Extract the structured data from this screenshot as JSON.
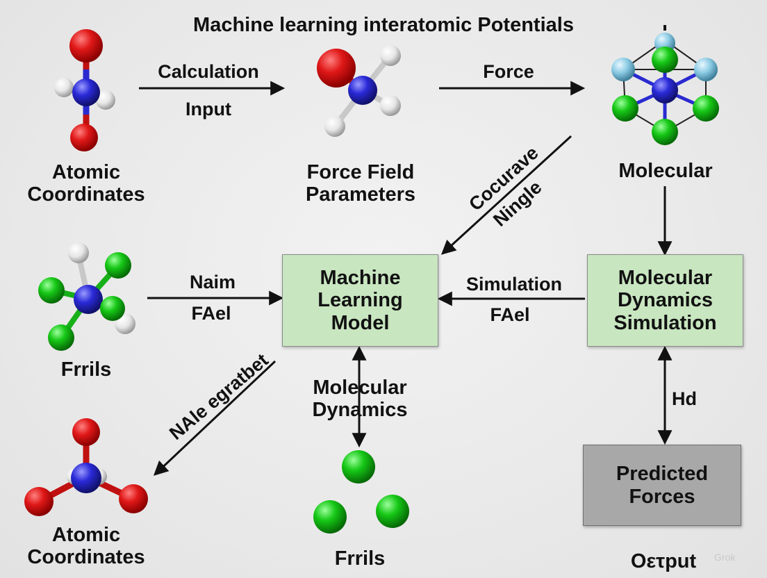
{
  "title": "Machine learning interatomic Potentials",
  "nodes": {
    "atomic_coordinates_top": "Atomic\nCoordinates",
    "force_field_parameters": "Force Field\nParameters",
    "molecular_top": "Molecular",
    "frrils_left": "Frrils",
    "atomic_coordinates_bottom": "Atomic\nCoordinates",
    "frrils_bottom": "Frrils",
    "output": "Oετput"
  },
  "boxes": {
    "ml_model": "Machine\nLearning\nModel",
    "md_simulation": "Molecular\nDynamics\nSimulation",
    "predicted_forces": "Predicted\nForces"
  },
  "edges": {
    "calculation": "Calculation",
    "input": "Input",
    "force": "Force",
    "cocurave": "Cocurave",
    "ningle": "Ningle",
    "naim": "Naim",
    "fael_left": "FAel",
    "simulation": "Simulation",
    "fael_right": "FAel",
    "nale_egratbet": "NAle egratbet",
    "molecular_dynamics": "Molecular\nDynamics",
    "hd": "Hd"
  },
  "watermark": "Grok",
  "colors": {
    "oxygen_red": "#d81414",
    "nitrogen_blue": "#2a2ad0",
    "hydrogen_white": "#e8e8e8",
    "chlorine_green": "#18c418",
    "fluorine_lightblue": "#8cc8e0",
    "box_green": "#c8e6c0",
    "box_gray": "#a8a8a8"
  }
}
